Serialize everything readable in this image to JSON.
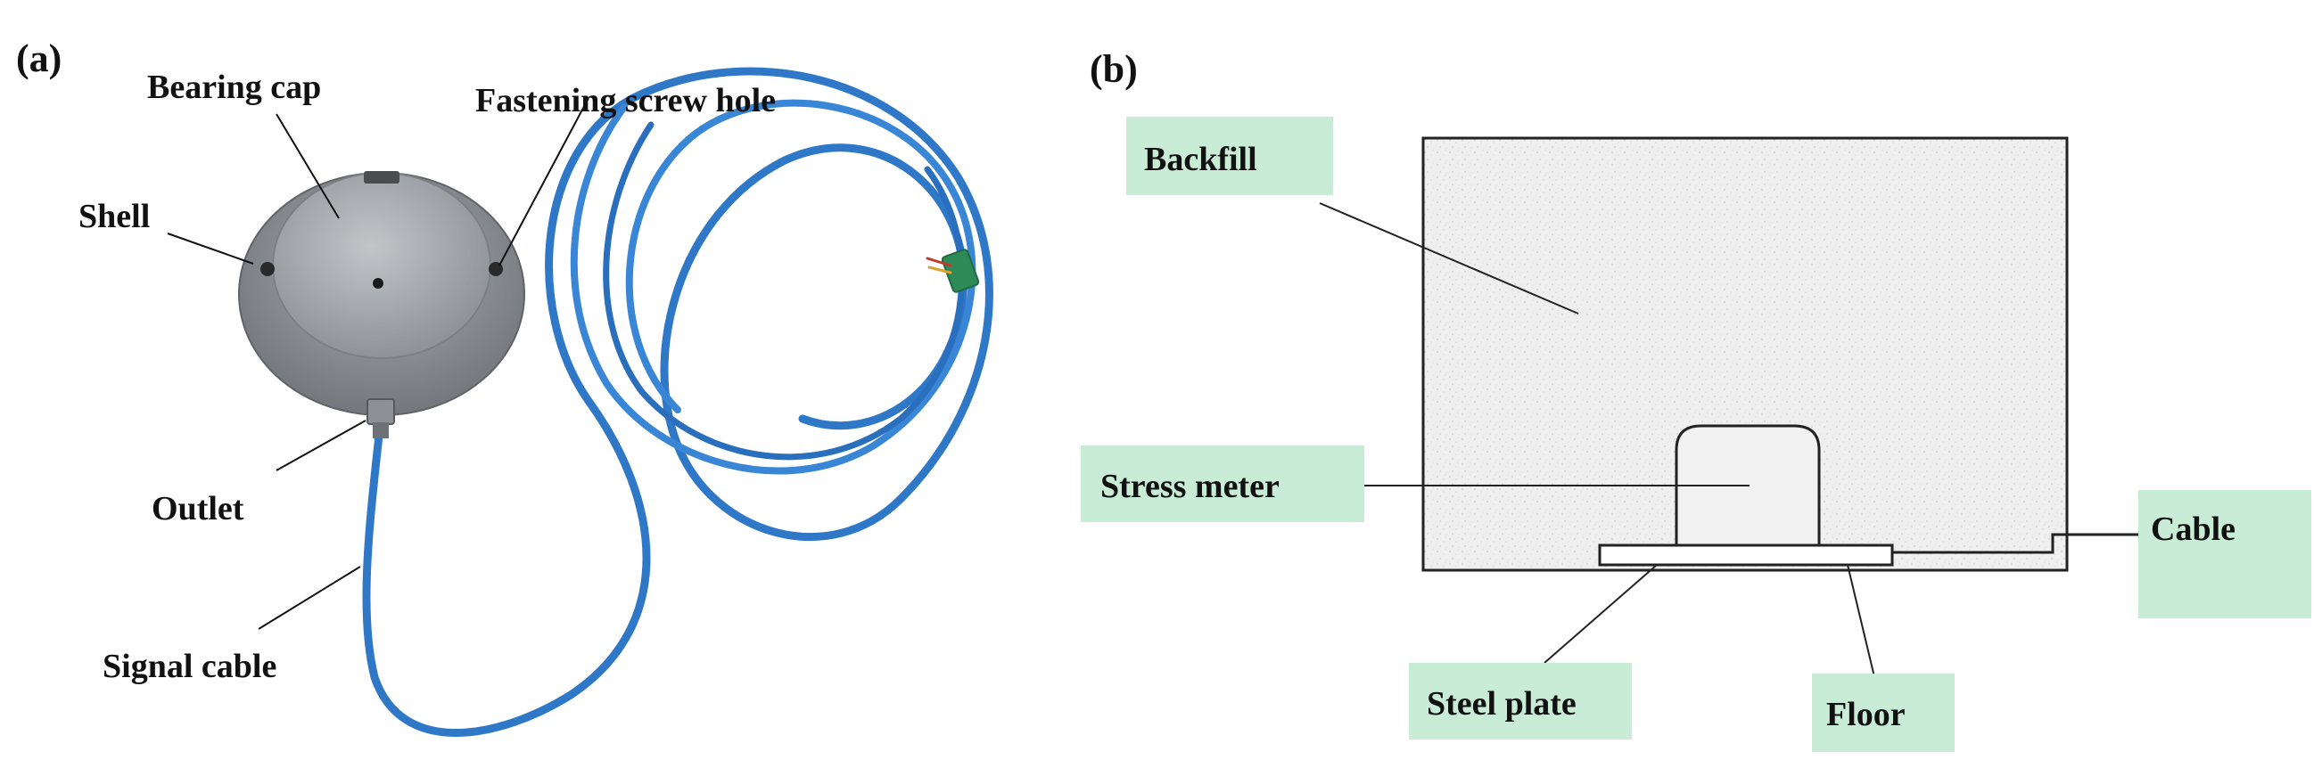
{
  "panel_a": {
    "letter": "(a)",
    "labels": {
      "bearing_cap": "Bearing cap",
      "fastening_screw_hole": "Fastening screw hole",
      "shell": "Shell",
      "outlet": "Outlet",
      "signal_cable": "Signal cable"
    }
  },
  "panel_b": {
    "letter": "(b)",
    "labels": {
      "backfill": "Backfill",
      "stress_meter": "Stress meter",
      "cable": "Cable",
      "steel_plate": "Steel plate",
      "floor": "Floor"
    }
  },
  "colors": {
    "label_box": "#c8ecd6",
    "cable_blue": "#2f78c8",
    "metal": "#a9adb1",
    "backfill": "#eeeeee"
  }
}
